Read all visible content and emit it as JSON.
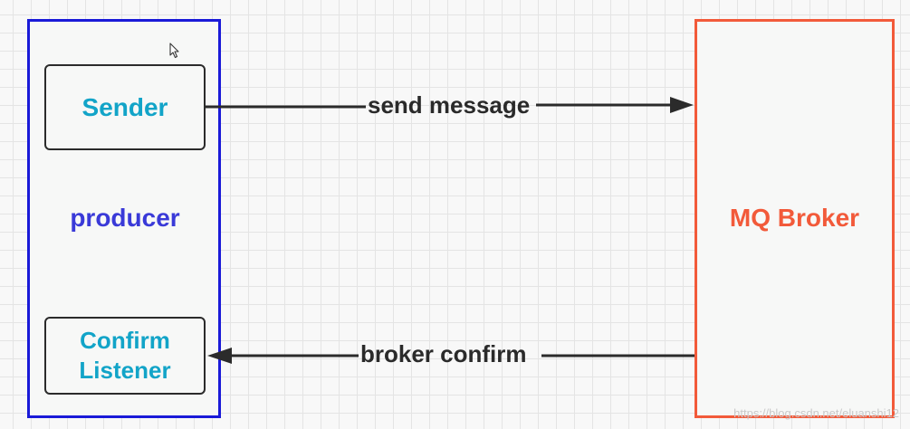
{
  "diagram": {
    "producer": {
      "label": "producer",
      "sender_label": "Sender",
      "listener_line1": "Confirm",
      "listener_line2": "Listener"
    },
    "broker": {
      "label": "MQ Broker"
    },
    "edges": {
      "send_label": "send message",
      "confirm_label": "broker confirm"
    },
    "watermark": "https://blog.csdn.net/eluanshi12",
    "colors": {
      "producer_border": "#1a1ad8",
      "producer_text": "#3a3ad8",
      "broker_border": "#f25a3a",
      "inner_text": "#12a4c8",
      "arrow": "#2b2b2b"
    }
  }
}
